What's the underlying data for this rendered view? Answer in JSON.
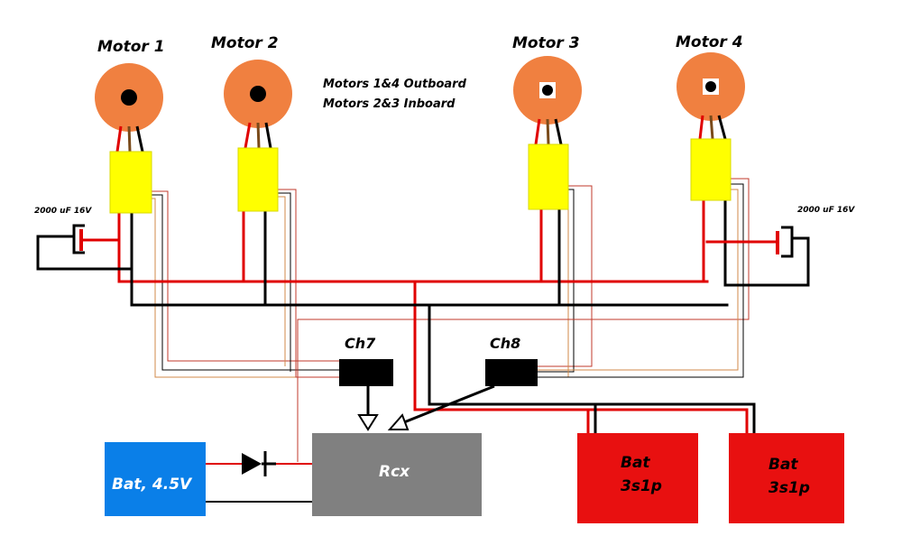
{
  "motors": [
    {
      "label": "Motor 1"
    },
    {
      "label": "Motor  2"
    },
    {
      "label": "Motor  3"
    },
    {
      "label": "Motor 4"
    }
  ],
  "notes": [
    "Motors 1&4 Outboard",
    "Motors 2&3 Inboard"
  ],
  "capacitors": [
    {
      "label": "2000 uF 16V"
    },
    {
      "label": "2000 uF 16V"
    }
  ],
  "channels": [
    "Ch7",
    "Ch8"
  ],
  "rcx": {
    "label": "Rcx"
  },
  "batteries": [
    {
      "label": "Bat, 4.5V"
    },
    {
      "line1": "Bat",
      "line2": "3s1p"
    },
    {
      "line1": "Bat",
      "line2": "3s1p"
    }
  ],
  "colors": {
    "motor": "#f08040",
    "esc": "#ffff00",
    "positive_wire": "#e00000",
    "negative_wire": "#000000",
    "rcx": "#808080",
    "battery_4_5v": "#0a7fe8",
    "battery_3s1p": "#e81010"
  }
}
